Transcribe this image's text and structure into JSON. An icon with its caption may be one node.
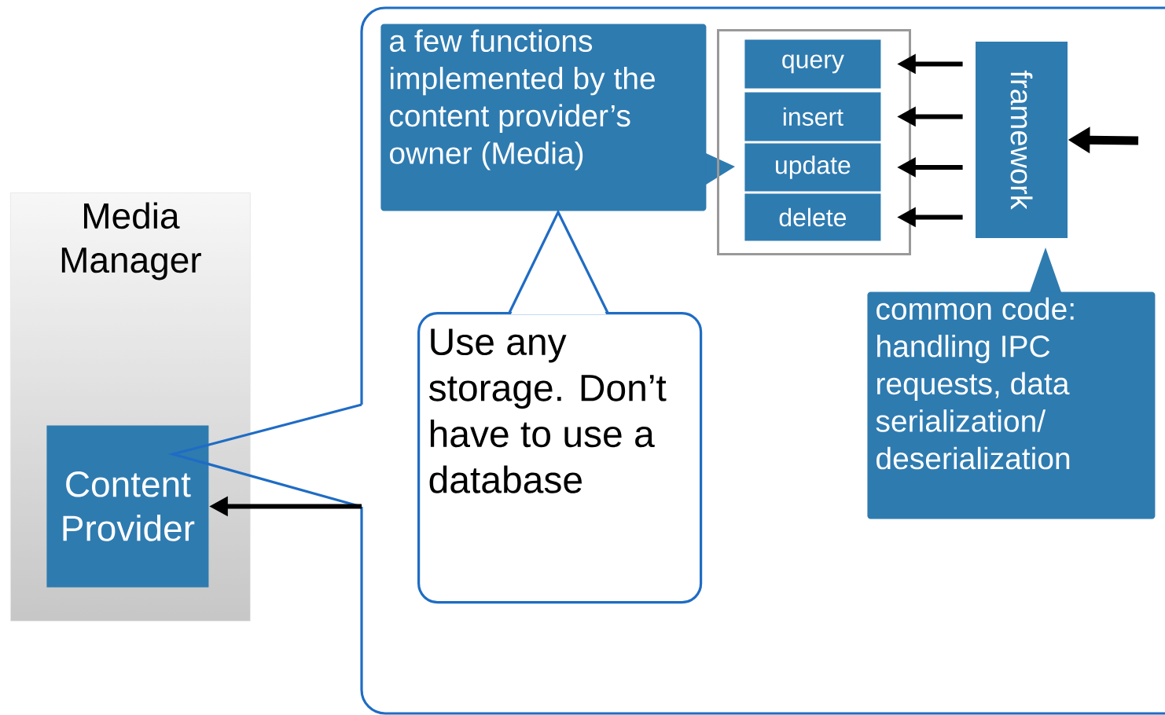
{
  "diagram": {
    "nodes": [
      {
        "text": [
          "Media Manager"
        ]
      },
      {
        "text": [
          "Content Provider"
        ],
        "in": 0
      },
      {
        "text": [],
        "shape": "callout"
      },
      {
        "text": [
          "a few functions implemented by the content provider’s owner (Media)"
        ],
        "in": 2
      },
      {
        "text": [],
        "shape": "box",
        "in": 2
      },
      {
        "text": [
          "query"
        ],
        "in": 4
      },
      {
        "text": [
          "insert"
        ],
        "in": 4
      },
      {
        "text": [
          "update"
        ],
        "in": 4
      },
      {
        "text": [
          "delete"
        ],
        "in": 4
      },
      {
        "text": [
          "framework"
        ],
        "in": 2
      },
      {
        "text": [
          "Use any storage. Don’t have to use a database"
        ],
        "in": 2
      },
      {
        "text": [
          "common code: handling IPC requests, data serialization/ deserialization"
        ],
        "in": 2
      }
    ],
    "edges": [
      {
        "from": 2,
        "to": 1,
        "arrow": "to"
      },
      {
        "from": 9,
        "to": 5,
        "arrow": "to"
      },
      {
        "from": 9,
        "to": 6,
        "arrow": "to"
      },
      {
        "from": 9,
        "to": 7,
        "arrow": "to"
      },
      {
        "from": 9,
        "to": 8,
        "arrow": "to"
      },
      {
        "from": null,
        "to": 9,
        "arrow": "to",
        "style": "thick"
      }
    ]
  }
}
